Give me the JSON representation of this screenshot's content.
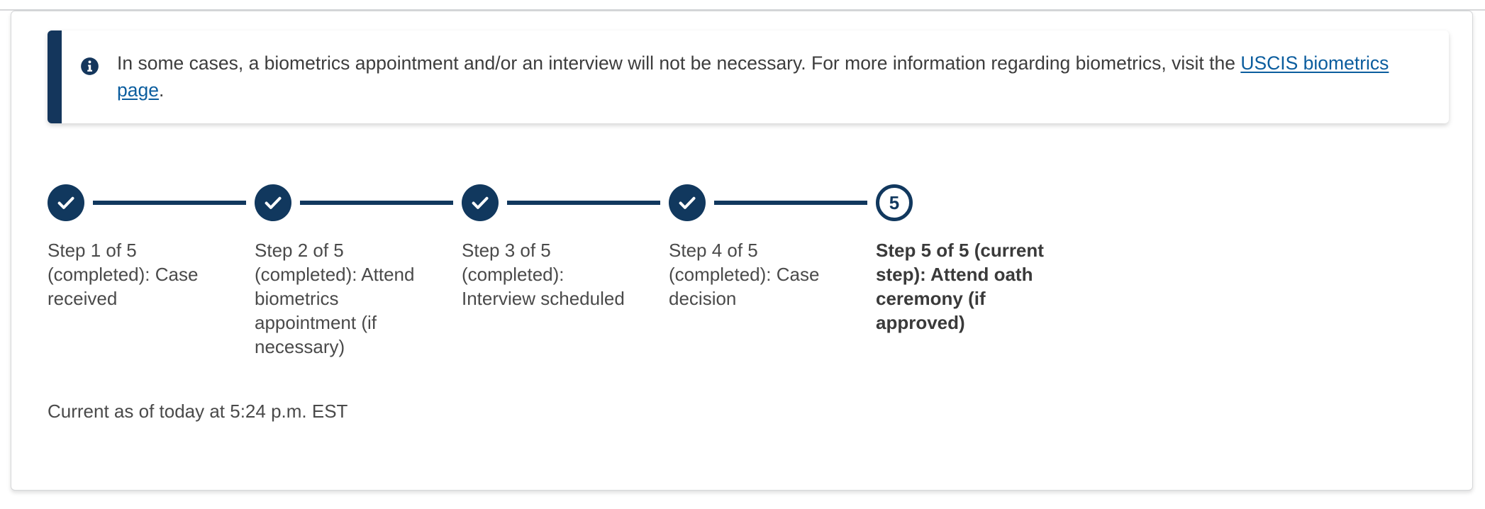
{
  "alert": {
    "icon": "info-circle-icon",
    "text_before_link": "In some cases, a biometrics appointment and/or an interview will not be necessary. For more information regarding biometrics, visit the ",
    "link_text": "USCIS biometrics page",
    "text_after_link": ".",
    "accent_color": "#14365c",
    "link_color": "#0b5d9e"
  },
  "tracker": {
    "accent_color": "#11385e",
    "total_steps": 5,
    "steps": [
      {
        "marker": "check-icon",
        "state": "completed",
        "heading": "Step 1 of 5 (completed):",
        "title": "Case received"
      },
      {
        "marker": "check-icon",
        "state": "completed",
        "heading": "Step 2 of 5 (completed):",
        "title": "Attend biometrics appointment (if necessary)"
      },
      {
        "marker": "check-icon",
        "state": "completed",
        "heading": "Step 3 of 5 (completed):",
        "title": "Interview scheduled"
      },
      {
        "marker": "check-icon",
        "state": "completed",
        "heading": "Step 4 of 5 (completed):",
        "title": "Case decision"
      },
      {
        "marker": "5",
        "state": "current",
        "heading": "Step 5 of 5 (current step):",
        "title": "Attend oath ceremony (if approved)"
      }
    ]
  },
  "footer": {
    "timestamp": "Current as of today at 5:24 p.m. EST"
  }
}
